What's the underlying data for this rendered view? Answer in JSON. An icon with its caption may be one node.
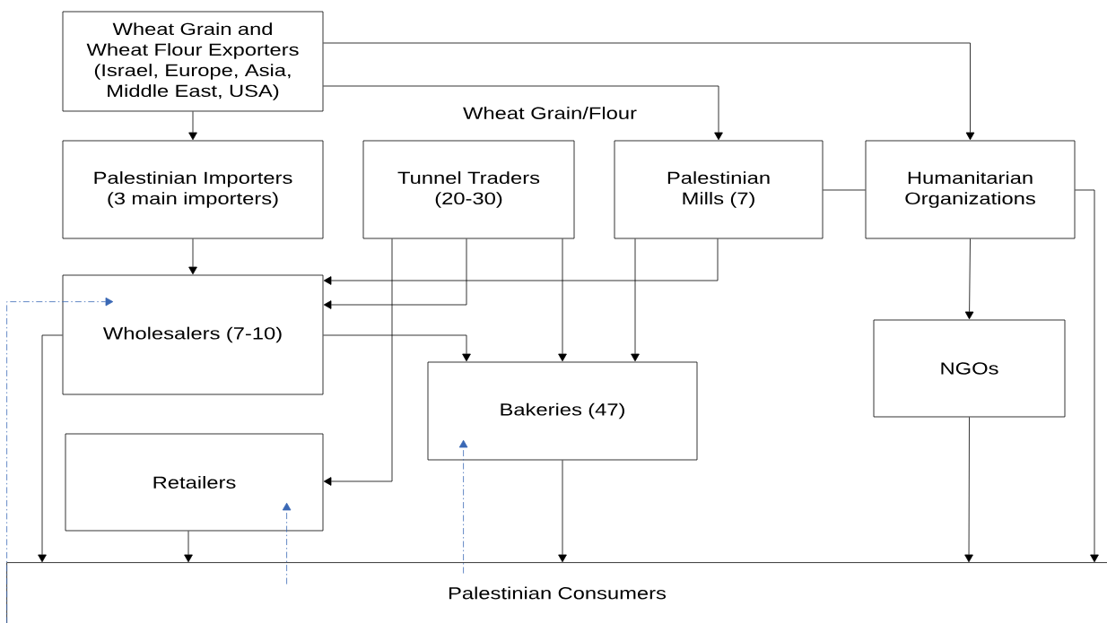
{
  "diagram": {
    "nodes": [
      {
        "text": [
          "Wheat Grain and Wheat Flour Exporters (Israel, Europe, Asia, Middle East, USA)"
        ]
      },
      {
        "text": [
          "Palestinian Importers (3 main importers)"
        ]
      },
      {
        "text": [
          "Tunnel Traders (20-30)"
        ]
      },
      {
        "text": [
          "Palestinian Mills (7)"
        ]
      },
      {
        "text": [
          "Humanitarian Organizations"
        ]
      },
      {
        "text": [
          "Wholesalers (7-10)"
        ]
      },
      {
        "text": [
          "Bakeries (47)"
        ]
      },
      {
        "text": [
          "NGOs"
        ]
      },
      {
        "text": [
          "Retailers"
        ]
      },
      {
        "text": [
          "Palestinian Consumers"
        ]
      }
    ],
    "edges": [
      {
        "from": 0,
        "to": 1,
        "arrow": "to"
      },
      {
        "from": 0,
        "to": 3,
        "arrow": "to"
      },
      {
        "from": 0,
        "to": 4,
        "arrow": "to"
      },
      {
        "from": 1,
        "to": 5,
        "arrow": "to"
      },
      {
        "from": 3,
        "to": 5,
        "arrow": "to"
      },
      {
        "from": 2,
        "to": 5,
        "arrow": "to"
      },
      {
        "from": 2,
        "to": 8,
        "arrow": "to"
      },
      {
        "from": 2,
        "to": 6,
        "arrow": "to"
      },
      {
        "from": 3,
        "to": 6,
        "arrow": "to"
      },
      {
        "from": 5,
        "to": 6,
        "arrow": "to"
      },
      {
        "from": 3,
        "to": 4,
        "arrow": "none"
      },
      {
        "from": 4,
        "to": 7,
        "arrow": "to"
      },
      {
        "from": 4,
        "to": 9,
        "arrow": "to"
      },
      {
        "from": 7,
        "to": 9,
        "arrow": "to"
      },
      {
        "from": 5,
        "to": 9,
        "arrow": "to"
      },
      {
        "from": 8,
        "to": 9,
        "arrow": "to"
      },
      {
        "from": 6,
        "to": 9,
        "arrow": "to"
      },
      {
        "from": 9,
        "to": 5,
        "arrow": "to",
        "style": "dashed",
        "color": "#3a68b5"
      },
      {
        "from": 9,
        "to": 8,
        "arrow": "to",
        "style": "dashed",
        "color": "#3a68b5"
      },
      {
        "from": 9,
        "to": 6,
        "arrow": "to",
        "style": "dashed",
        "color": "#3a68b5"
      }
    ],
    "labels": [
      "Wheat Grain/Flour"
    ]
  }
}
